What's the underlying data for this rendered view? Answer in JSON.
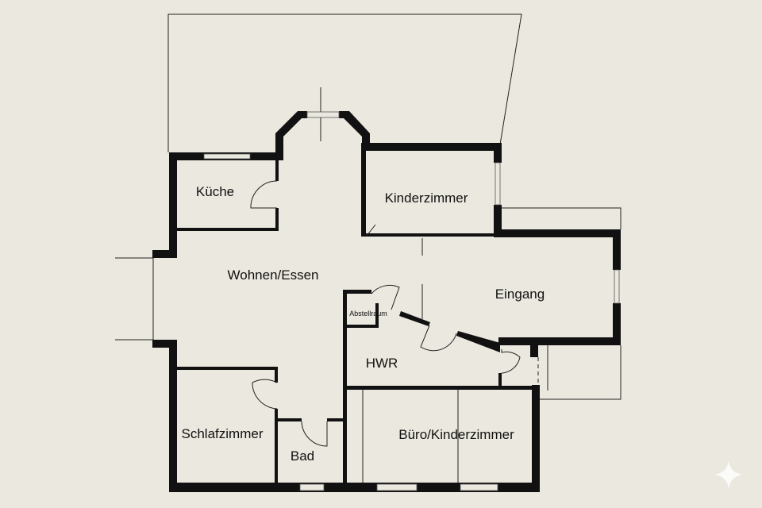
{
  "rooms": {
    "kueche": "Küche",
    "kinderzimmer": "Kinderzimmer",
    "wohnen": "Wohnen/Essen",
    "eingang": "Eingang",
    "abstellraum": "Abstellraum",
    "hwr": "HWR",
    "schlafzimmer": "Schlafzimmer",
    "bad": "Bad",
    "buero": "Büro/Kinderzimmer"
  },
  "colors": {
    "background": "#ebe8df",
    "wall": "#111111"
  }
}
